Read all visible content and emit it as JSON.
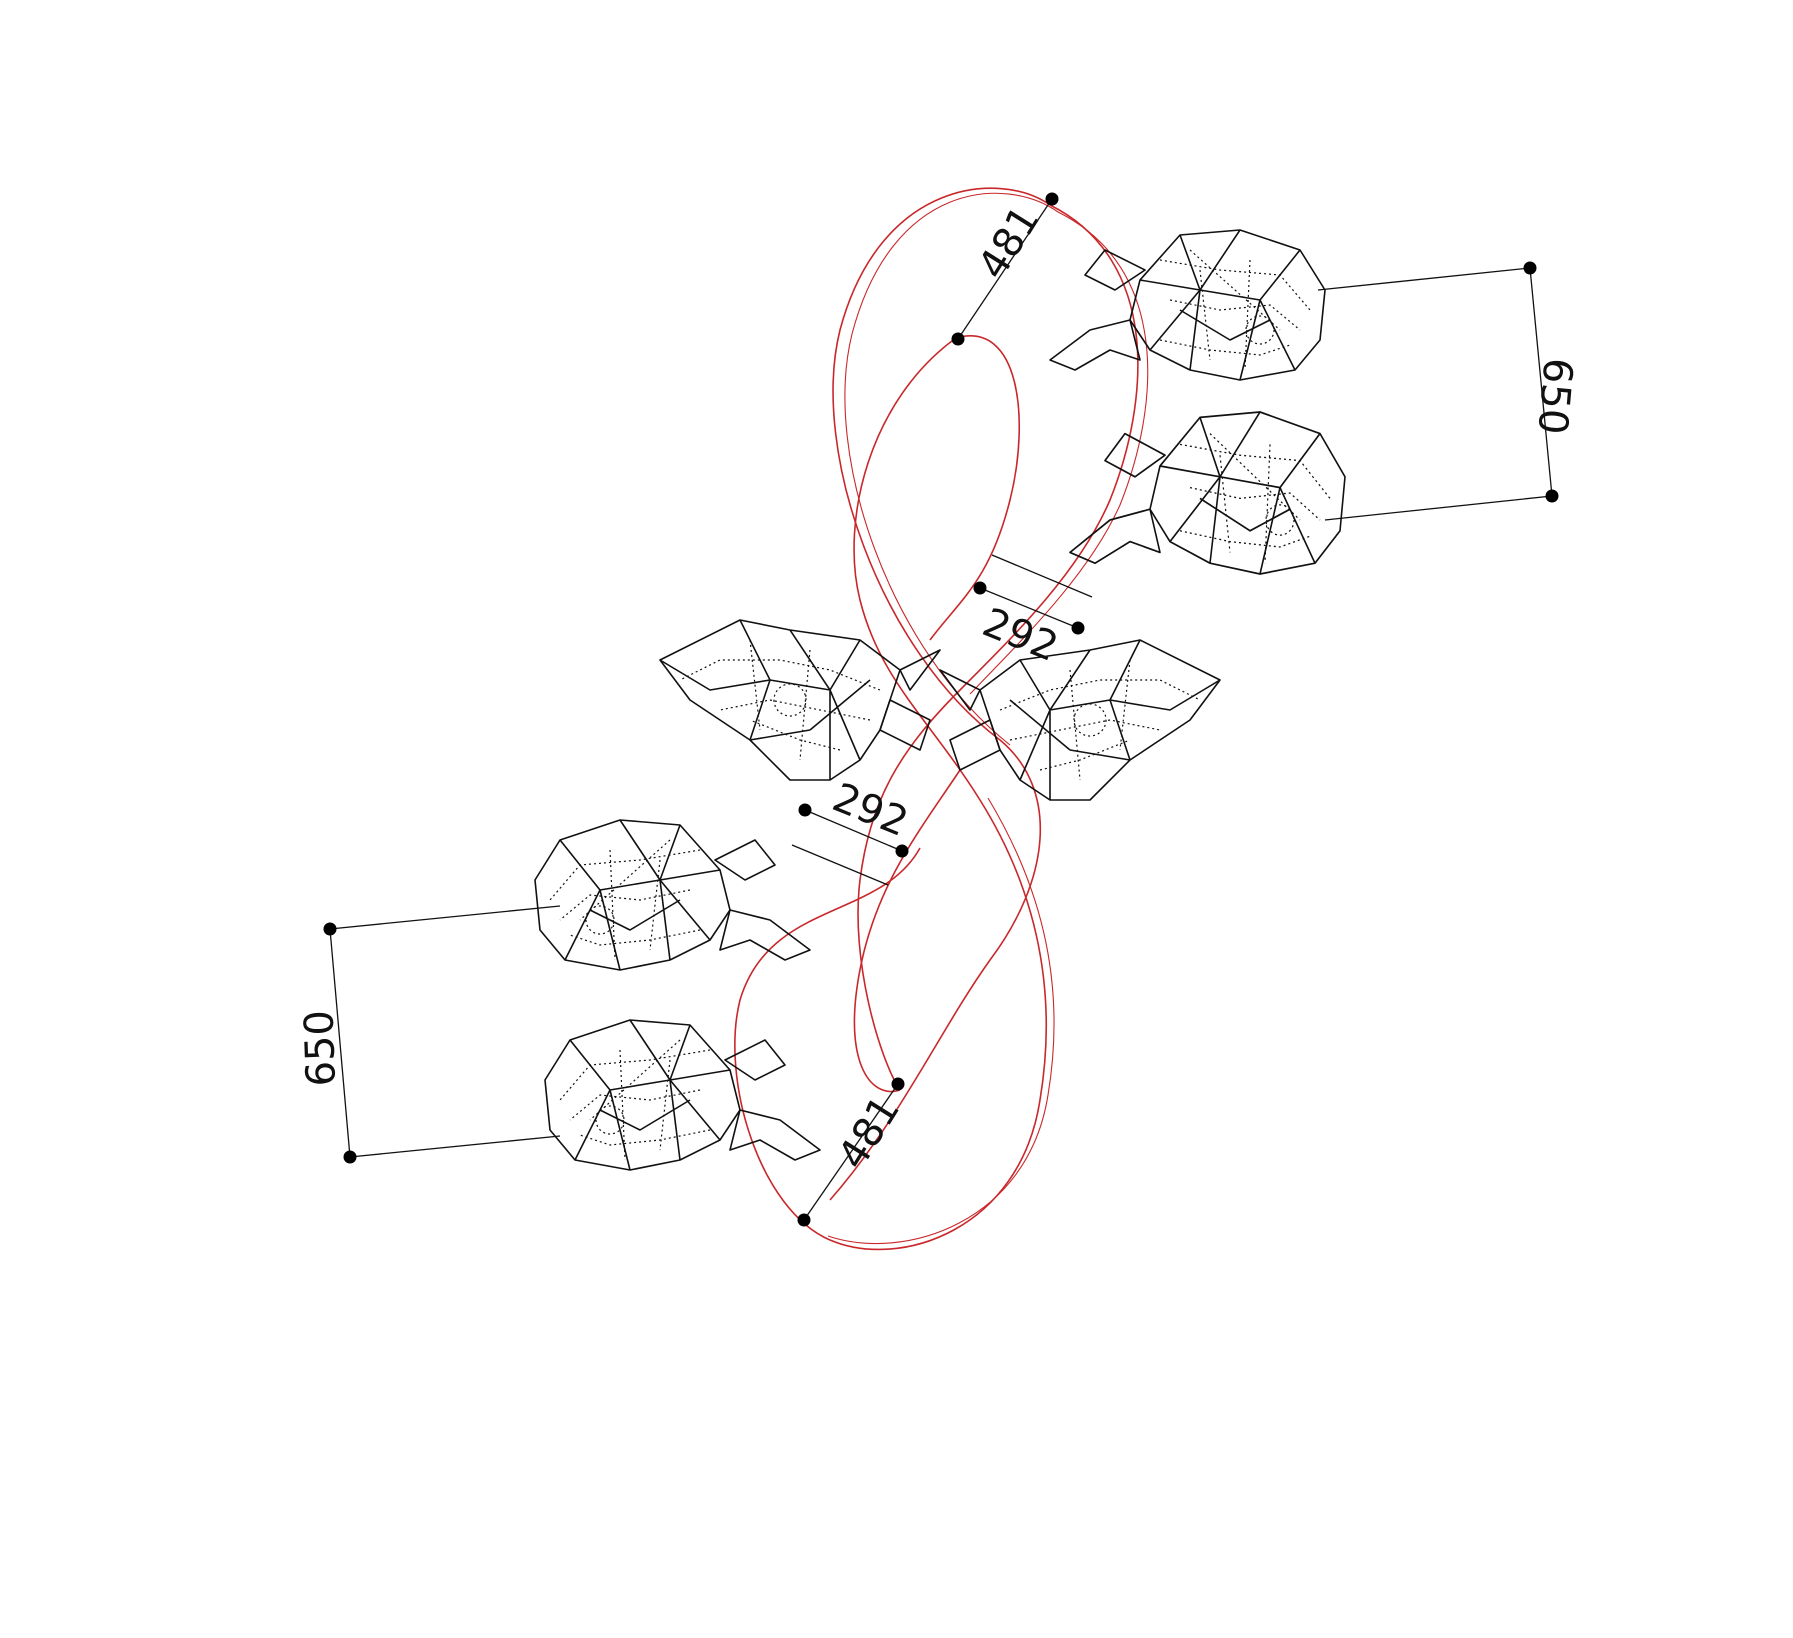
{
  "dimensions": {
    "top_offset": "481",
    "bottom_offset": "481",
    "upper_gap": "292",
    "lower_gap": "292",
    "right_spacing": "650",
    "left_spacing": "650"
  },
  "colors": {
    "track": "#c8282b",
    "linework": "#111111",
    "background": "#ffffff"
  },
  "icons": [
    "wireframe-sculpture-icon",
    "dimension-point-icon"
  ]
}
